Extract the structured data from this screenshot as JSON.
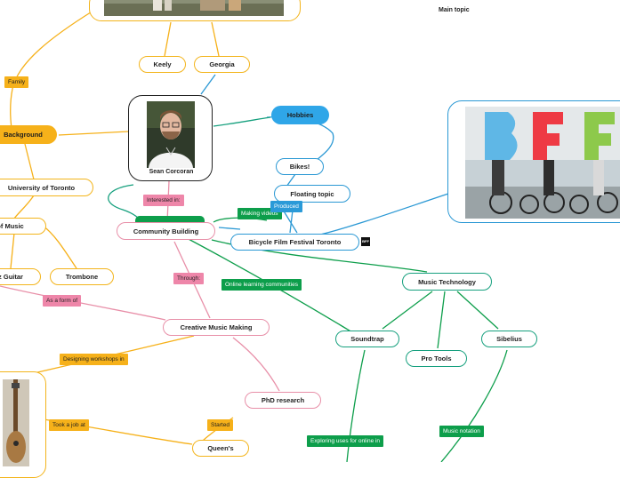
{
  "main_topic": "Main topic",
  "nodes": {
    "keely": "Keely",
    "georgia": "Georgia",
    "center_name": "Sean Corcoran",
    "background": "Background",
    "uoft": "University of Toronto",
    "school_music": "r of Music",
    "jazz_guitar": "z Guitar",
    "trombone": "Trombone",
    "hobbies": "Hobbies",
    "bikes": "Bikes!",
    "floating_topic": "Floating topic",
    "community_building": "Community Building",
    "bicycle_film_festival": "Bicycle Film Festival Toronto",
    "music_technology": "Music Technology",
    "soundtrap": "Soundtrap",
    "pro_tools": "Pro Tools",
    "sibelius": "Sibelius",
    "creative_music_making": "Creative Music Making",
    "phd_research": "PhD research",
    "queens": "Queen's"
  },
  "labels": {
    "family": "Family",
    "interested_in": "Interested in:",
    "making_videos": "Making videos",
    "produced": "Produced",
    "online_learning": "Online learning communities",
    "through": "Through:",
    "as_a_form_of": "As a form of",
    "designing_workshops": "Designing workshops in",
    "took_a_job_at": "Took a job at",
    "started": "Started",
    "exploring_uses": "Exploring uses for online in",
    "music_notation": "Music notation"
  },
  "colors": {
    "orange": "#f6b11a",
    "blue": "#2a98d4",
    "teal": "#16a07e",
    "green": "#0d9e4b",
    "pink": "#e88fa8"
  }
}
